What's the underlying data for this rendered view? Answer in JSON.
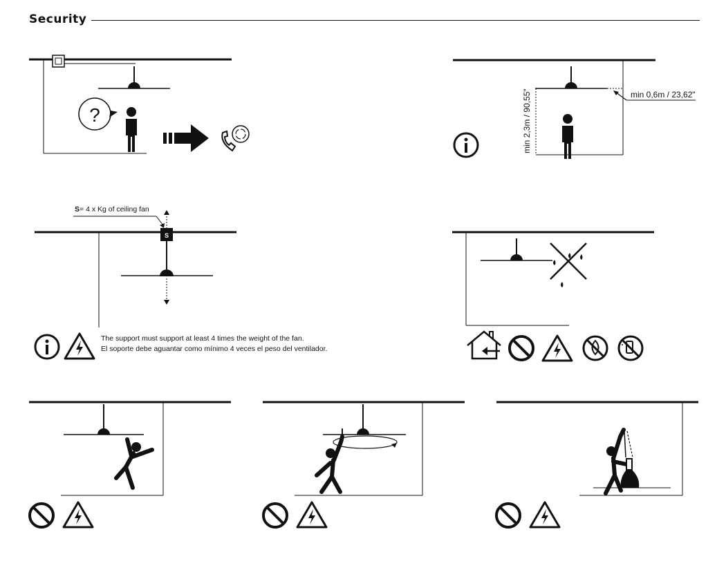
{
  "header": {
    "title": "Security"
  },
  "panels": {
    "doubt": {
      "question_mark": "?"
    },
    "clearance": {
      "min_distance": "min 0,6m / 23,62\"",
      "min_height": "min 2,3m / 90,55\""
    },
    "support": {
      "label_bold": "S",
      "label_rest": "= 4 x Kg of ceiling fan",
      "box_letter": "S",
      "note_en": "The support must support at least 4 times the weight of the fan.",
      "note_es": "El soporte debe aguantar como mínimo 4 veces el peso del ventilador."
    }
  }
}
